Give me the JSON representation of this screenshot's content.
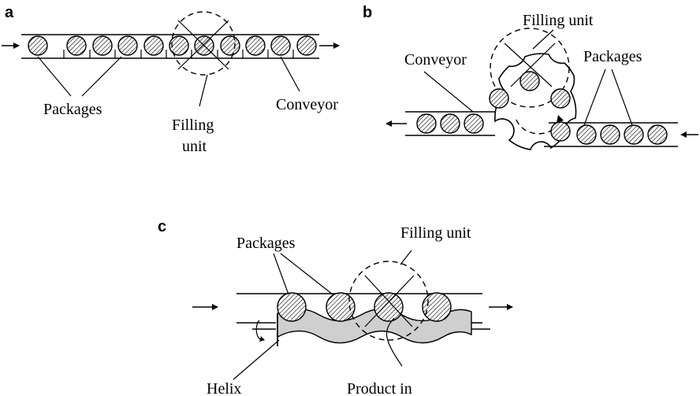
{
  "panels": {
    "a": {
      "letter": "a",
      "packages_label": "Packages",
      "conveyor_label": "Conveyor",
      "filling_unit_label_line1": "Filling",
      "filling_unit_label_line2": "unit"
    },
    "b": {
      "letter": "b",
      "filling_unit_label": "Filling unit",
      "conveyor_label": "Conveyor",
      "packages_label": "Packages"
    },
    "c": {
      "letter": "c",
      "packages_label": "Packages",
      "filling_unit_label": "Filling unit",
      "helix_label": "Helix",
      "product_in_label": "Product in"
    }
  }
}
